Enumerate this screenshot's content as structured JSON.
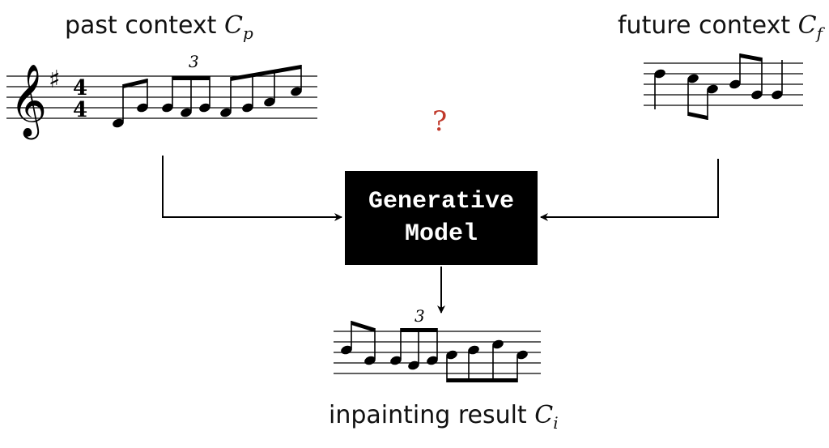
{
  "past": {
    "text": "past context ",
    "symbol": "C",
    "sub": "p"
  },
  "future": {
    "text": "future context ",
    "symbol": "C",
    "sub": "f"
  },
  "result": {
    "text": "inpainting result ",
    "symbol": "C",
    "sub": "i"
  },
  "question_mark": "?",
  "model": {
    "line1": "Generative",
    "line2": "Model"
  },
  "triplet_label": "3",
  "colors": {
    "question": "#c0392b",
    "box": "#000000",
    "arrow": "#000000"
  }
}
